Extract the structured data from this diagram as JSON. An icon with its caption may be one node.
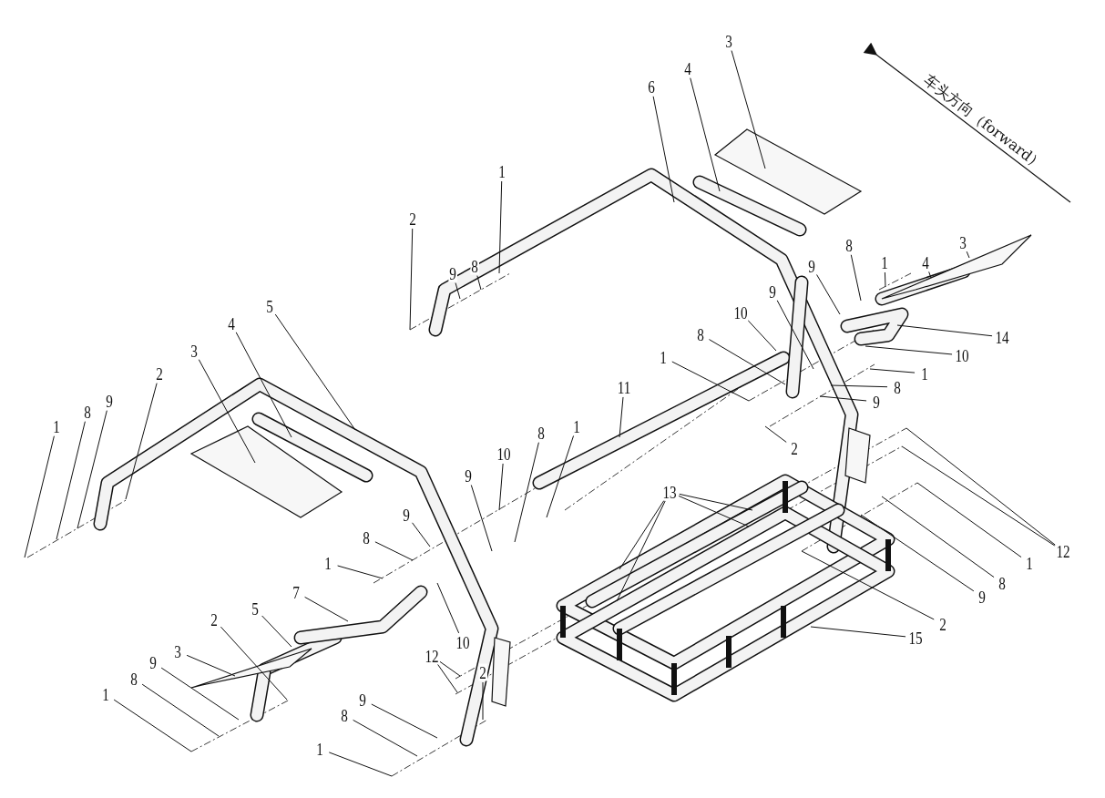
{
  "diagram": {
    "nodes": [
      {
        "text": [
          "3"
        ]
      },
      {
        "text": [
          "4"
        ]
      },
      {
        "text": [
          "6"
        ]
      },
      {
        "text": [
          "1"
        ]
      },
      {
        "text": [
          "2"
        ]
      },
      {
        "text": [
          "3"
        ]
      },
      {
        "text": [
          "9"
        ]
      },
      {
        "text": [
          "8"
        ]
      },
      {
        "text": [
          "1"
        ]
      },
      {
        "text": [
          "4"
        ]
      },
      {
        "text": [
          "8"
        ]
      },
      {
        "text": [
          "9"
        ]
      },
      {
        "text": [
          "9"
        ]
      },
      {
        "text": [
          "10"
        ]
      },
      {
        "text": [
          "5"
        ]
      },
      {
        "text": [
          "4"
        ]
      },
      {
        "text": [
          "3"
        ]
      },
      {
        "text": [
          "14"
        ]
      },
      {
        "text": [
          "8"
        ]
      },
      {
        "text": [
          "10"
        ]
      },
      {
        "text": [
          "2"
        ]
      },
      {
        "text": [
          "1"
        ]
      },
      {
        "text": [
          "1"
        ]
      },
      {
        "text": [
          "11"
        ]
      },
      {
        "text": [
          "8"
        ]
      },
      {
        "text": [
          "9"
        ]
      },
      {
        "text": [
          "9"
        ]
      },
      {
        "text": [
          "8"
        ]
      },
      {
        "text": [
          "1"
        ]
      },
      {
        "text": [
          "1"
        ]
      },
      {
        "text": [
          "8"
        ]
      },
      {
        "text": [
          "2"
        ]
      },
      {
        "text": [
          "10"
        ]
      },
      {
        "text": [
          "9"
        ]
      },
      {
        "text": [
          "13"
        ]
      },
      {
        "text": [
          "9"
        ]
      },
      {
        "text": [
          "8"
        ]
      },
      {
        "text": [
          "12"
        ]
      },
      {
        "text": [
          "1"
        ]
      },
      {
        "text": [
          "1"
        ]
      },
      {
        "text": [
          "8"
        ]
      },
      {
        "text": [
          "7"
        ]
      },
      {
        "text": [
          "9"
        ]
      },
      {
        "text": [
          "5"
        ]
      },
      {
        "text": [
          "2"
        ]
      },
      {
        "text": [
          "2"
        ]
      },
      {
        "text": [
          "15"
        ]
      },
      {
        "text": [
          "10"
        ]
      },
      {
        "text": [
          "3"
        ]
      },
      {
        "text": [
          "12"
        ]
      },
      {
        "text": [
          "9"
        ]
      },
      {
        "text": [
          "2"
        ]
      },
      {
        "text": [
          "8"
        ]
      },
      {
        "text": [
          "1"
        ]
      },
      {
        "text": [
          "9"
        ]
      },
      {
        "text": [
          "8"
        ]
      },
      {
        "text": [
          "1"
        ]
      }
    ],
    "edges": [
      {
        "from": 0,
        "to": null,
        "arrow": "none"
      },
      {
        "from": 1,
        "to": null,
        "arrow": "none"
      },
      {
        "from": 2,
        "to": null,
        "arrow": "none"
      },
      {
        "from": 3,
        "to": null,
        "arrow": "none"
      },
      {
        "from": 4,
        "to": null,
        "arrow": "none"
      },
      {
        "from": 5,
        "to": null,
        "arrow": "none"
      },
      {
        "from": 6,
        "to": null,
        "arrow": "none"
      },
      {
        "from": 7,
        "to": null,
        "arrow": "none"
      },
      {
        "from": 8,
        "to": null,
        "arrow": "none"
      },
      {
        "from": 9,
        "to": null,
        "arrow": "none"
      },
      {
        "from": 10,
        "to": null,
        "arrow": "none"
      },
      {
        "from": 11,
        "to": null,
        "arrow": "none"
      },
      {
        "from": 12,
        "to": null,
        "arrow": "none"
      },
      {
        "from": 13,
        "to": null,
        "arrow": "none"
      },
      {
        "from": 14,
        "to": null,
        "arrow": "none"
      },
      {
        "from": 15,
        "to": null,
        "arrow": "none"
      },
      {
        "from": 16,
        "to": null,
        "arrow": "none"
      },
      {
        "from": 17,
        "to": null,
        "arrow": "none"
      },
      {
        "from": 18,
        "to": null,
        "arrow": "none"
      },
      {
        "from": 19,
        "to": null,
        "arrow": "none"
      },
      {
        "from": 20,
        "to": null,
        "arrow": "none"
      },
      {
        "from": 21,
        "to": null,
        "arrow": "none"
      },
      {
        "from": 22,
        "to": null,
        "arrow": "none"
      },
      {
        "from": 23,
        "to": null,
        "arrow": "none"
      },
      {
        "from": 24,
        "to": null,
        "arrow": "none"
      },
      {
        "from": 25,
        "to": null,
        "arrow": "none"
      },
      {
        "from": 26,
        "to": null,
        "arrow": "none"
      },
      {
        "from": 27,
        "to": null,
        "arrow": "none"
      },
      {
        "from": 28,
        "to": null,
        "arrow": "none"
      },
      {
        "from": 29,
        "to": null,
        "arrow": "none"
      },
      {
        "from": 30,
        "to": null,
        "arrow": "none"
      },
      {
        "from": 31,
        "to": null,
        "arrow": "none"
      },
      {
        "from": 32,
        "to": null,
        "arrow": "none"
      },
      {
        "from": 33,
        "to": null,
        "arrow": "none"
      },
      {
        "from": 34,
        "to": null,
        "arrow": "none"
      },
      {
        "from": 34,
        "to": null,
        "arrow": "none"
      },
      {
        "from": 34,
        "to": null,
        "arrow": "none"
      },
      {
        "from": 34,
        "to": null,
        "arrow": "none"
      },
      {
        "from": 35,
        "to": null,
        "arrow": "none"
      },
      {
        "from": 36,
        "to": null,
        "arrow": "none"
      },
      {
        "from": 37,
        "to": null,
        "arrow": "none"
      },
      {
        "from": 37,
        "to": null,
        "arrow": "none"
      },
      {
        "from": 38,
        "to": null,
        "arrow": "none"
      },
      {
        "from": 39,
        "to": null,
        "arrow": "none"
      },
      {
        "from": 40,
        "to": null,
        "arrow": "none"
      },
      {
        "from": 41,
        "to": null,
        "arrow": "none"
      },
      {
        "from": 42,
        "to": null,
        "arrow": "none"
      },
      {
        "from": 43,
        "to": null,
        "arrow": "none"
      },
      {
        "from": 44,
        "to": null,
        "arrow": "none"
      },
      {
        "from": 45,
        "to": null,
        "arrow": "none"
      },
      {
        "from": 46,
        "to": null,
        "arrow": "none"
      },
      {
        "from": 47,
        "to": null,
        "arrow": "none"
      },
      {
        "from": 48,
        "to": null,
        "arrow": "none"
      },
      {
        "from": 49,
        "to": null,
        "arrow": "none"
      },
      {
        "from": 49,
        "to": null,
        "arrow": "none"
      },
      {
        "from": 50,
        "to": null,
        "arrow": "none"
      },
      {
        "from": 51,
        "to": null,
        "arrow": "none"
      },
      {
        "from": 52,
        "to": null,
        "arrow": "none"
      },
      {
        "from": 53,
        "to": null,
        "arrow": "none"
      },
      {
        "from": 54,
        "to": null,
        "arrow": "none"
      },
      {
        "from": 55,
        "to": null,
        "arrow": "none"
      },
      {
        "from": 56,
        "to": null,
        "arrow": "none"
      }
    ],
    "labels": [
      "车头方向（forward）"
    ]
  }
}
